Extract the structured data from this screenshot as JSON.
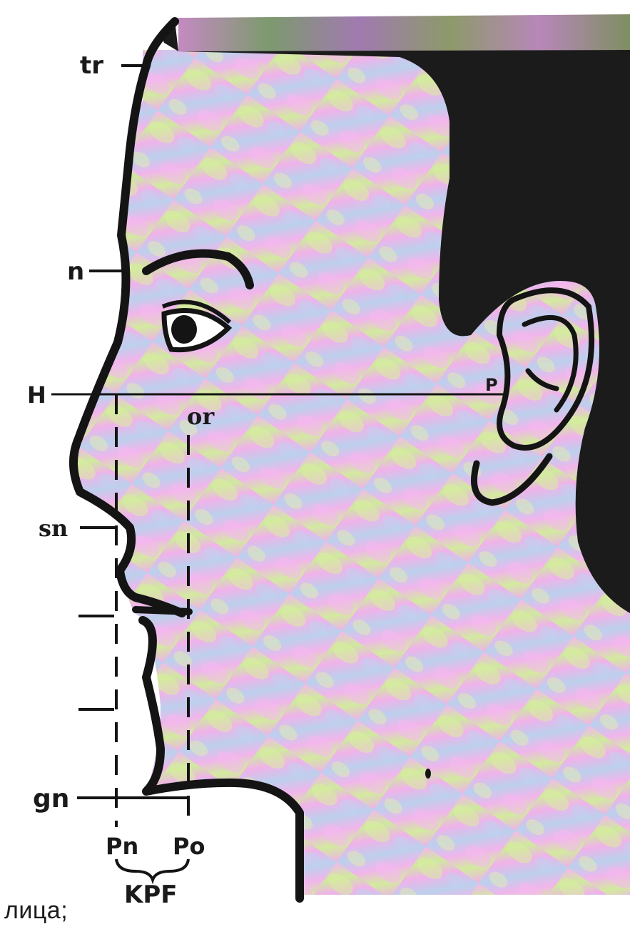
{
  "labels": {
    "tr": "tr",
    "n": "n",
    "H": "H",
    "P": "P",
    "or": "or",
    "sn": "sn",
    "gn": "gn",
    "Pn": "Pn",
    "Po": "Po",
    "KPF": "KPF"
  },
  "caption": "лица;",
  "colors": {
    "outline": "#141414",
    "hair": "#1b1b1b",
    "skin_pink": "#f2b6ec",
    "skin_green": "#cbe89a",
    "skin_blue": "#b9cdeb",
    "band": "#8c6d8f"
  }
}
